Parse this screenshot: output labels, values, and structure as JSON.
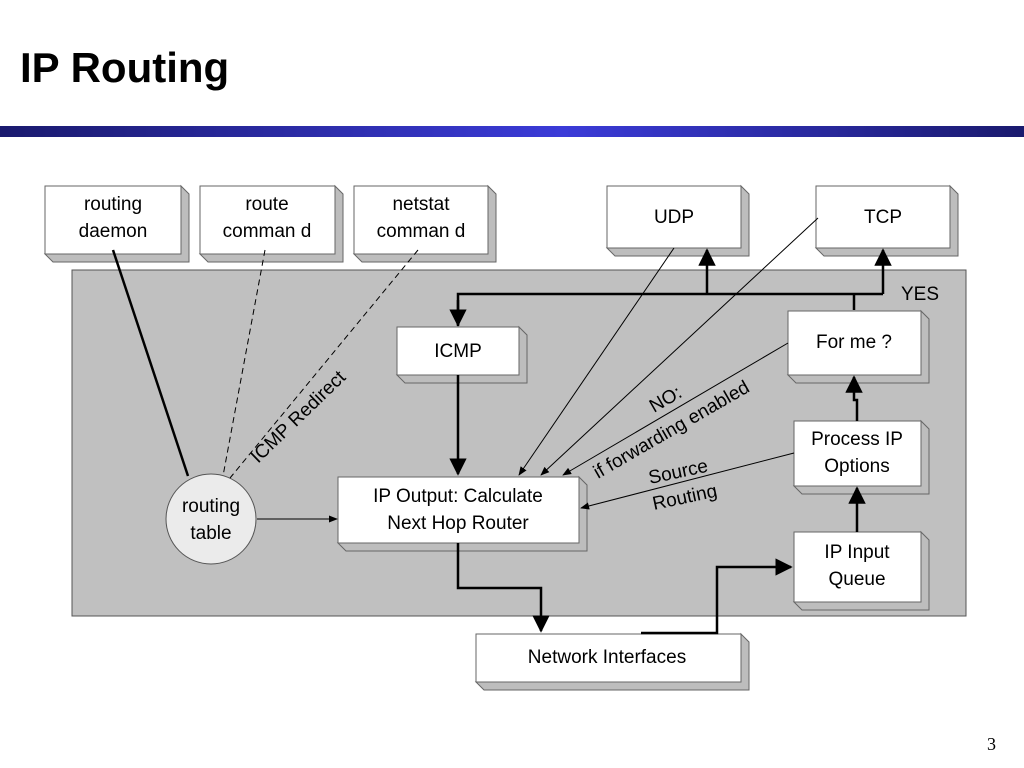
{
  "slide": {
    "title": "IP Routing",
    "page_number": "3"
  },
  "boxes": {
    "routing_daemon": [
      "routing",
      "daemon"
    ],
    "route_command": [
      "route",
      "comman d"
    ],
    "netstat_command": [
      "netstat",
      "comman d"
    ],
    "udp": "UDP",
    "tcp": "TCP",
    "icmp": "ICMP",
    "for_me": "For me ?",
    "process_ip_options": [
      "Process IP",
      "Options"
    ],
    "ip_input_queue": [
      "IP Input",
      "Queue"
    ],
    "ip_output": [
      "IP Output: Calculate",
      "Next Hop Router"
    ],
    "network_interfaces": "Network Interfaces",
    "routing_table": [
      "routing",
      "table"
    ]
  },
  "labels": {
    "yes": "YES",
    "icmp_redirect": "ICMP Redirect",
    "no_forwarding": [
      "NO:",
      "if forwarding enabled"
    ],
    "source_routing": [
      "Source",
      "Routing"
    ]
  },
  "colors": {
    "kernel_area": "#c0c0c0",
    "box_shadow": "#bdbdbd",
    "title_rule_dark": "#1a1a6e",
    "title_rule_light": "#4040d0"
  }
}
